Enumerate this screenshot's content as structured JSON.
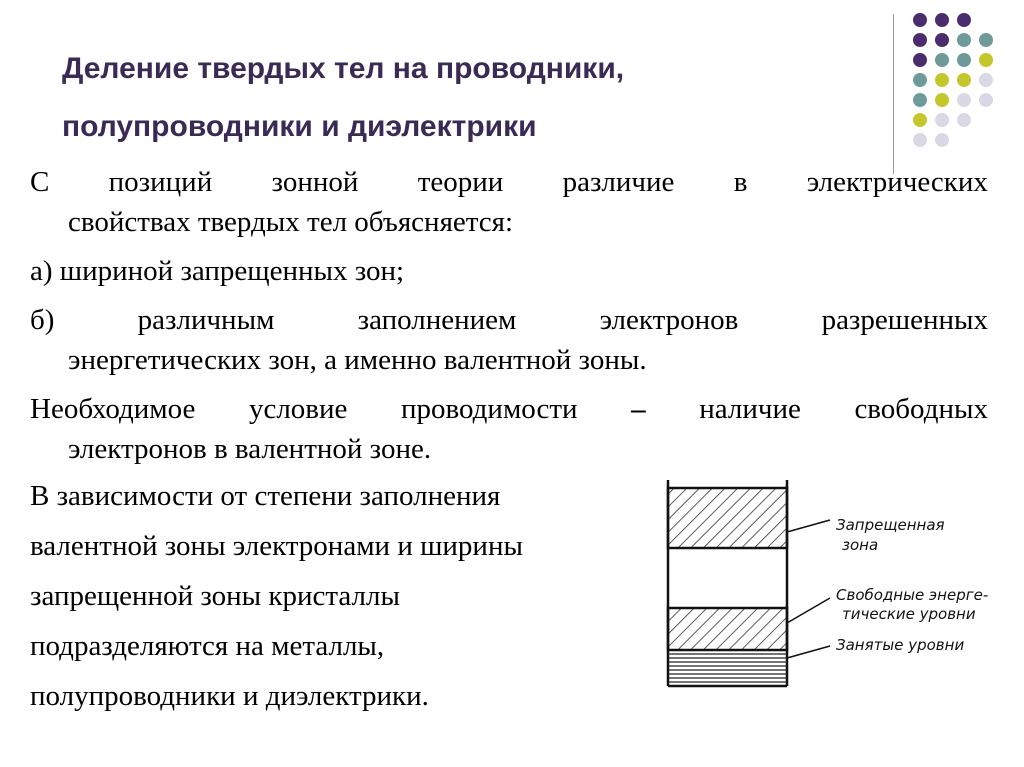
{
  "title": {
    "line1": "Деление твердых тел на проводники,",
    "line2": "полупроводники и диэлектрики"
  },
  "decor": {
    "dot_colors": [
      "#4b2c6e",
      "#6f9a9a",
      "#c3c72a",
      "#d9d9e6"
    ]
  },
  "body": {
    "p1": {
      "line1_words": [
        "С",
        "позиций",
        "зонной",
        "теории",
        "различие",
        "в",
        "электрических"
      ],
      "line2": "свойствах твердых тел объясняется:"
    },
    "p2": {
      "line1": "а) шириной запрещенных зон;"
    },
    "p3": {
      "line1_words": [
        "б)",
        "различным",
        "заполнением",
        "электронов",
        "разрешенных"
      ],
      "line2": "энергетических зон, а именно валентной зоны."
    },
    "p4": {
      "line1_words": [
        "Необходимое",
        "условие",
        "проводимости",
        "–",
        "наличие",
        "свободных"
      ],
      "line2": "электронов в валентной зоне."
    },
    "p5": {
      "lines": [
        "В зависимости от степени заполнения",
        "валентной зоны электронами и ширины",
        "запрещенной зоны  кристаллы",
        "подразделяются на металлы,",
        "полупроводники и диэлектрики."
      ]
    }
  },
  "diagram": {
    "labels": {
      "forbidden_1": "Запрещенная",
      "forbidden_2": "зона",
      "free_1": "Свободные энерге-",
      "free_2": "тические уровни",
      "occupied": "Занятые уровни"
    }
  }
}
